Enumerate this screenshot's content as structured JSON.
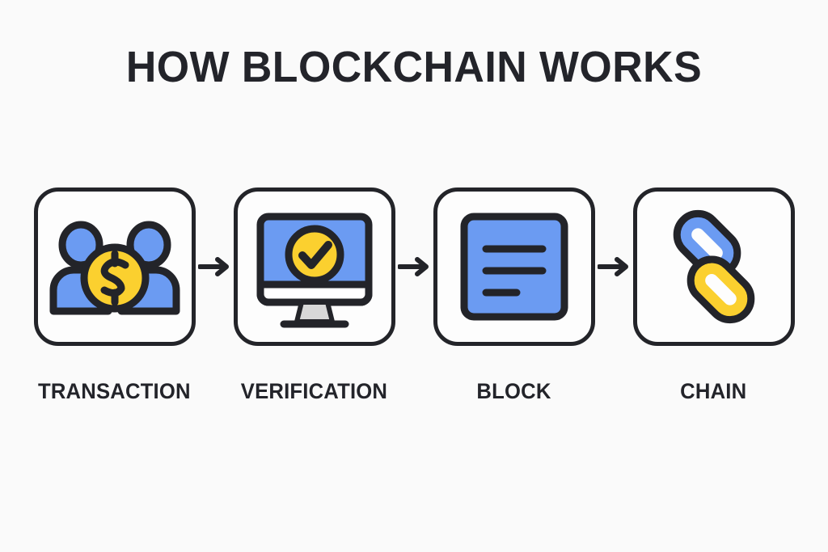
{
  "page": {
    "title": "HOW BLOCKCHAIN WORKS",
    "background_color": "#fafafa",
    "ink_color": "#232429",
    "accent_blue": "#6b9bf2",
    "accent_yellow": "#fbd02f",
    "gray": "#d8d8d8"
  },
  "steps": [
    {
      "id": "transaction",
      "label": "TRANSACTION",
      "icon": "two-people-with-coin-icon",
      "icon_parts": [
        "person-left",
        "person-right",
        "dollar-coin"
      ],
      "coin_symbol": "$"
    },
    {
      "id": "verification",
      "label": "VERIFICATION",
      "icon": "monitor-with-checkmark-icon",
      "icon_parts": [
        "monitor-screen",
        "check-circle",
        "monitor-stand",
        "monitor-base"
      ]
    },
    {
      "id": "block",
      "label": "BLOCK",
      "icon": "block-document-icon",
      "icon_parts": [
        "block-square",
        "text-line-1",
        "text-line-2",
        "text-line-3"
      ]
    },
    {
      "id": "chain",
      "label": "CHAIN",
      "icon": "chain-links-icon",
      "icon_parts": [
        "link-blue",
        "link-yellow"
      ]
    }
  ],
  "arrows": [
    {
      "id": "arrow-1",
      "icon": "arrow-right-icon"
    },
    {
      "id": "arrow-2",
      "icon": "arrow-right-icon"
    },
    {
      "id": "arrow-3",
      "icon": "arrow-right-icon"
    }
  ]
}
